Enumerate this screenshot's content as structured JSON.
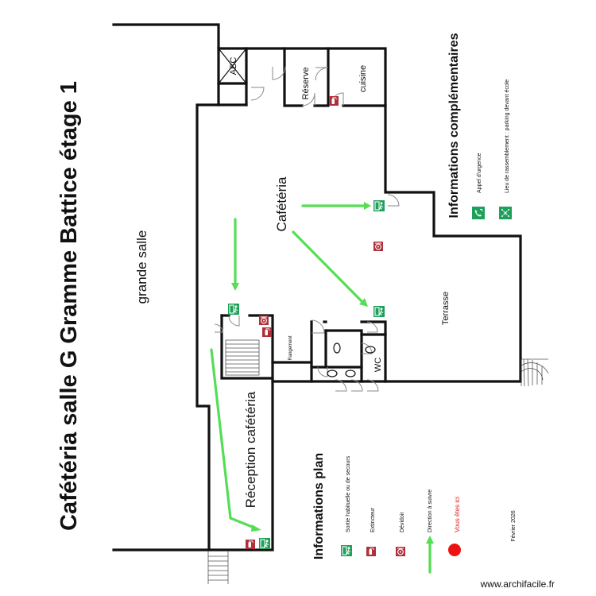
{
  "title": "Cafétéria salle G Gramme Battice étage 1",
  "rooms": {
    "grande_salle": "grande salle",
    "cafeteria": "Cafétéria",
    "reception": "Réception cafétéria",
    "reserve": "Réserve",
    "cuisine": "cuisine",
    "abc": "ABC",
    "rangement": "Rangement",
    "wc": "WC",
    "terrasse": "Terrasse"
  },
  "legend_plan": {
    "heading": "Informations plan",
    "items": [
      "Sortie habituelle ou de secours",
      "Extincteur",
      "Dévidoir",
      "Direction à suivre",
      "Vous êtes ici"
    ]
  },
  "legend_info": {
    "heading": "Informations complémentaires",
    "items": [
      "Appel d'urgence",
      "Lieu de rassemblement : parking devant école"
    ]
  },
  "date": "Février 2026",
  "watermark": "www.archifacile.fr",
  "colors": {
    "exit_green": "#1fa05a",
    "fire_red": "#b0303a",
    "arrow_green": "#55dd55",
    "here_red": "#ee1111",
    "here_text": "#dd2222"
  },
  "icons": [
    "emergency-exit-icon",
    "fire-extinguisher-icon",
    "fire-hose-icon",
    "emergency-call-icon",
    "assembly-point-icon",
    "toilet-icon"
  ]
}
